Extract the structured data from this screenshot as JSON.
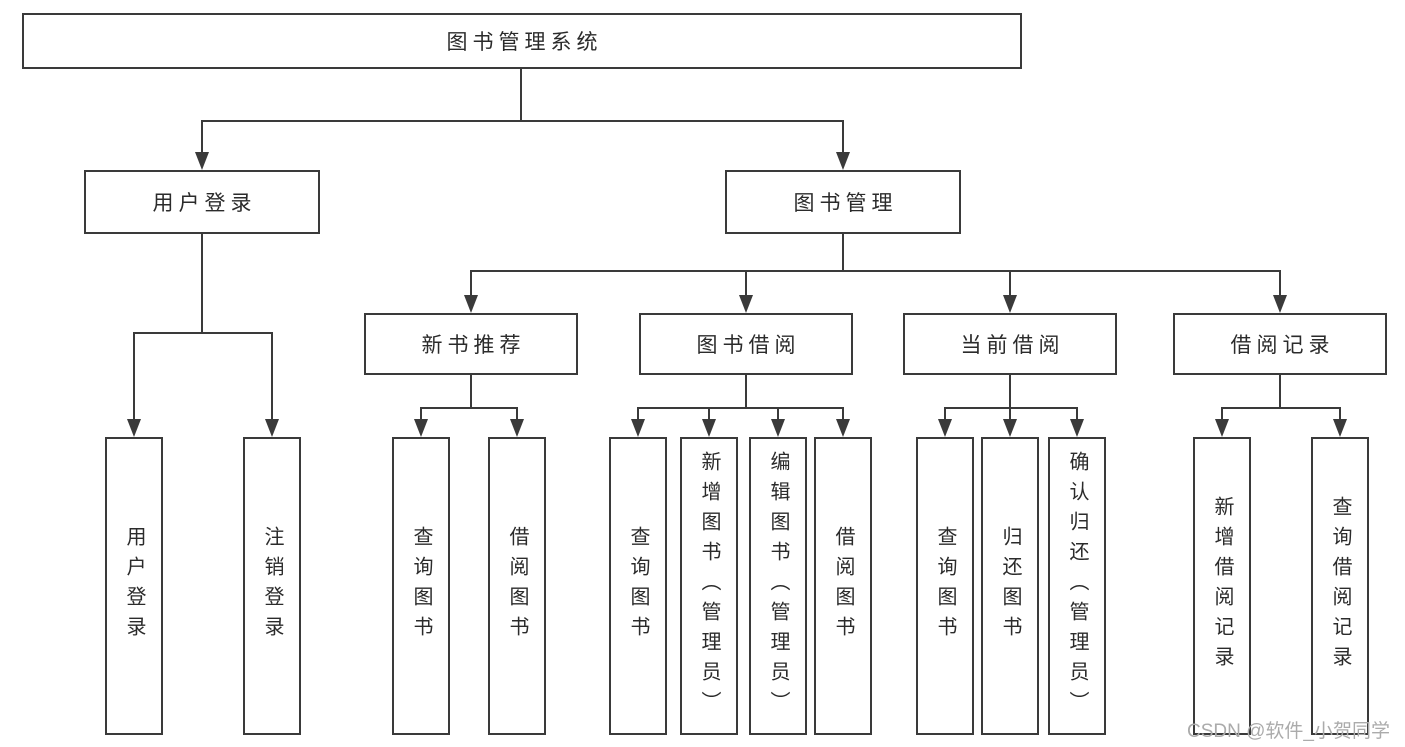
{
  "title": "图书管理系统",
  "level2": {
    "login": "用户登录",
    "management": "图书管理"
  },
  "level3": {
    "recommend": "新书推荐",
    "borrow": "图书借阅",
    "current": "当前借阅",
    "records": "借阅记录"
  },
  "leaves": {
    "login": [
      "用户登录",
      "注销登录"
    ],
    "recommend": [
      "查询图书",
      "借阅图书"
    ],
    "borrow": [
      "查询图书",
      "新增图书（管理员）",
      "编辑图书（管理员）",
      "借阅图书"
    ],
    "current": [
      "查询图书",
      "归还图书",
      "确认归还（管理员）"
    ],
    "records": [
      "新增借阅记录",
      "查询借阅记录"
    ]
  },
  "watermark": {
    "text": "CSDN @软件_小贺同学"
  },
  "colors": {
    "stroke": "#3a3a3a",
    "text": "#2b2b2b",
    "watermark": "#ababab",
    "background": "#ffffff"
  }
}
